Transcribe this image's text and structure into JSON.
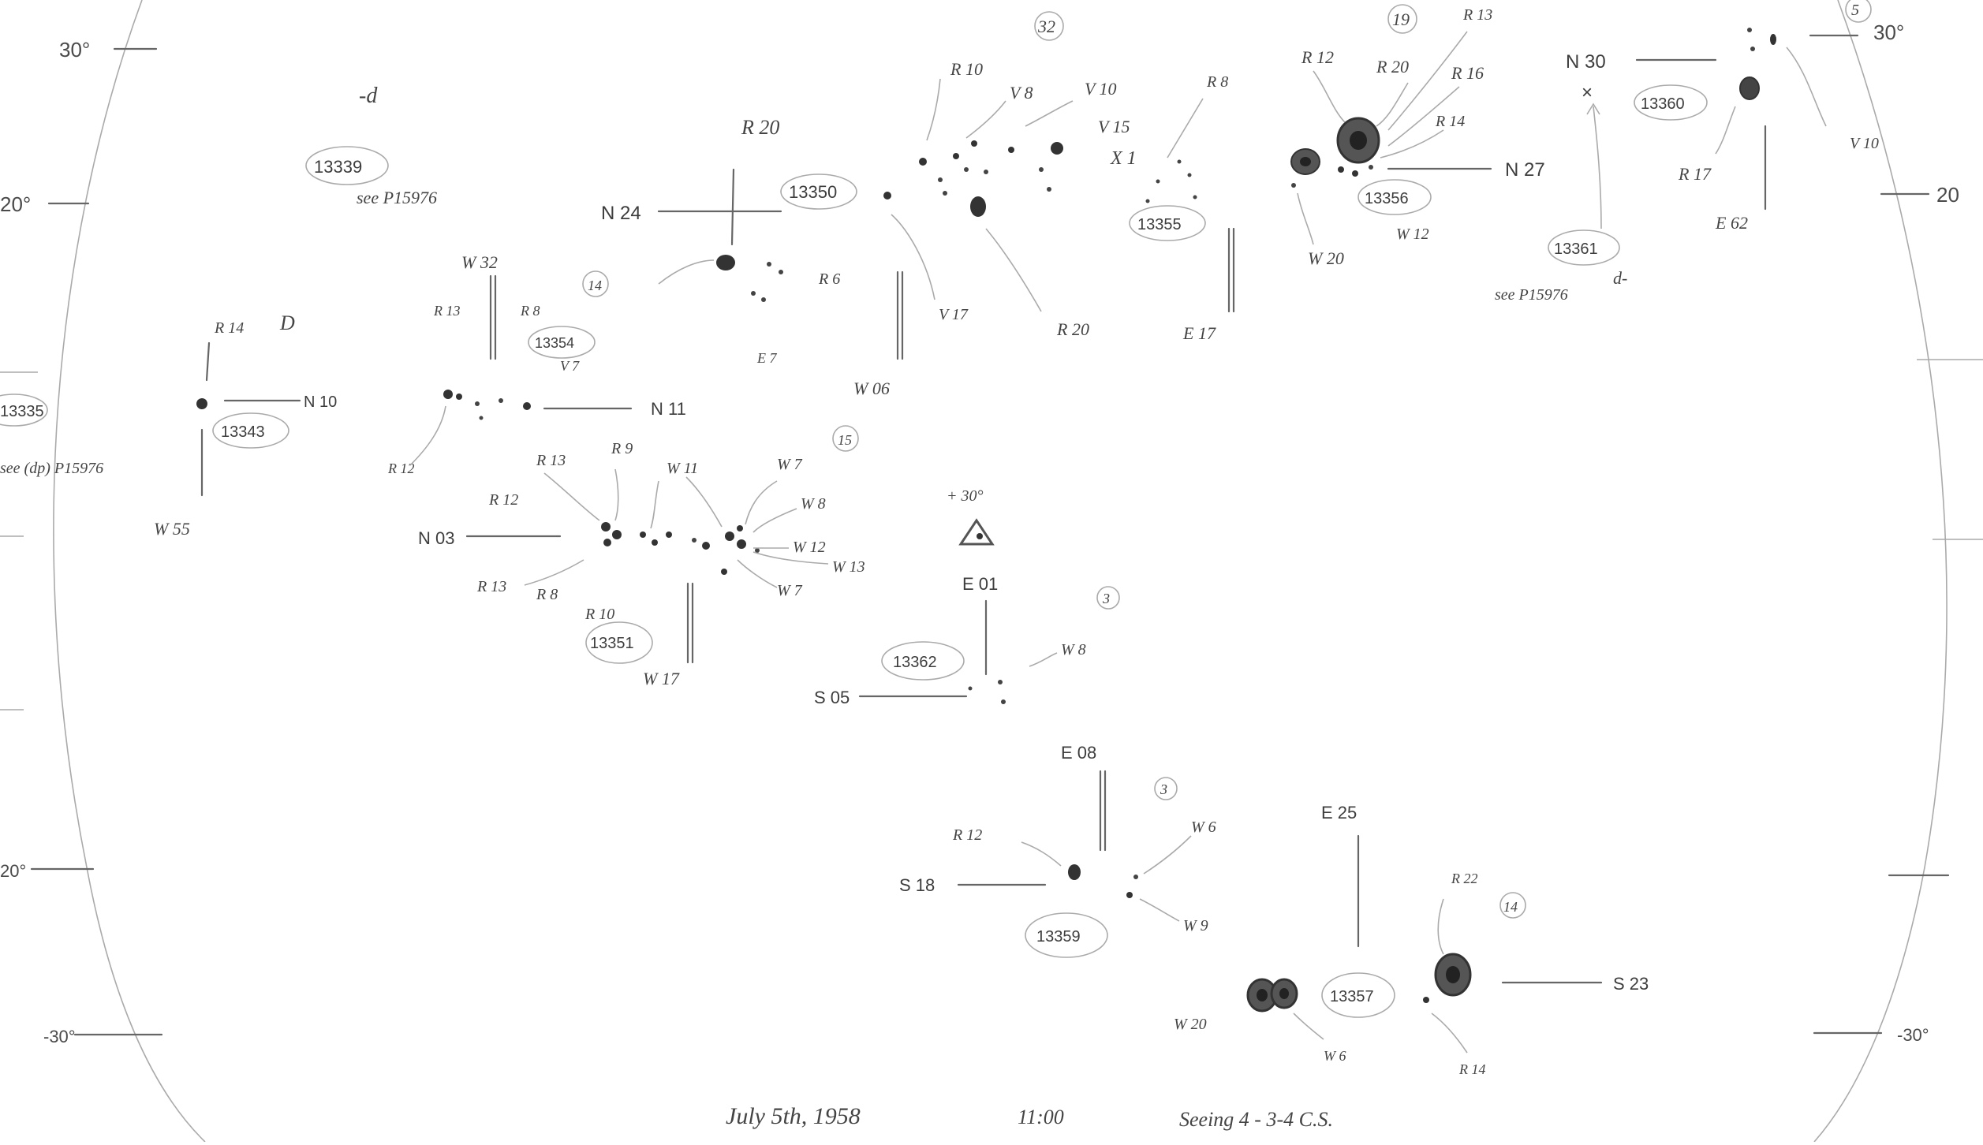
{
  "latitude_labels": {
    "n30_left": "30°",
    "n20_left": "20°",
    "s20_left": "20°",
    "s30_left": "-30°",
    "n30_right": "30°",
    "n20_right": "20",
    "s30_right": "-30°"
  },
  "regions": [
    {
      "id": "13339",
      "note": "-d",
      "ref": "see P15976"
    },
    {
      "id": "13343",
      "pos_label": "N 10",
      "long_label": "W 55",
      "mag_label": "R 14",
      "class_label": "D"
    },
    {
      "id": "13335",
      "ref": "see (dp) P15976"
    },
    {
      "id": "13354",
      "pos_label": "N 11",
      "long_label": "W 32",
      "labels": [
        "R 13",
        "R 12",
        "R 8",
        "V 7"
      ],
      "count": "14"
    },
    {
      "id": "13350",
      "pos_label": "N 24",
      "long_label": "W 06",
      "labels": [
        "R 20",
        "R 20",
        "R 10",
        "V 8",
        "V 10",
        "V 17",
        "R 6",
        "E 7"
      ],
      "count": "32"
    },
    {
      "id": "13355",
      "labels": [
        "V 15",
        "X 1",
        "R 8"
      ],
      "long_label": "E 17"
    },
    {
      "id": "13356",
      "pos_label": "N 27",
      "labels": [
        "R 12",
        "R 20",
        "R 13",
        "R 16",
        "R 14",
        "W 20",
        "W 12"
      ],
      "count": "19"
    },
    {
      "id": "13361",
      "pos_label": "N 30",
      "ref": "see P15976",
      "note": "d-"
    },
    {
      "id": "13360",
      "labels": [
        "R 17",
        "V 10",
        "E 62"
      ],
      "count": "5"
    },
    {
      "id": "13351",
      "pos_label": "N 03",
      "long_label": "W 17",
      "labels": [
        "R 13",
        "R 12",
        "R 13",
        "R 8",
        "R 10",
        "R 9",
        "W 11",
        "W 7",
        "W 8",
        "W 12",
        "W 13",
        "W 7"
      ],
      "count": "15"
    },
    {
      "id": "13362",
      "pos_label": "S 05",
      "long_label": "E 01",
      "labels": [
        "+ 30°",
        "W 8"
      ],
      "count": "3"
    },
    {
      "id": "13359",
      "pos_label": "S 18",
      "long_label": "E 08",
      "labels": [
        "R 12",
        "W 6",
        "W 9"
      ],
      "count": "3"
    },
    {
      "id": "13357",
      "pos_label": "S 23",
      "long_label": "E 25",
      "labels": [
        "R 22",
        "R 14",
        "W 20",
        "W 6"
      ],
      "count": "14"
    }
  ],
  "footer": {
    "date": "July 5th, 1958",
    "time": "11:00",
    "seeing": "Seeing 4 - 3-4 C.S."
  }
}
